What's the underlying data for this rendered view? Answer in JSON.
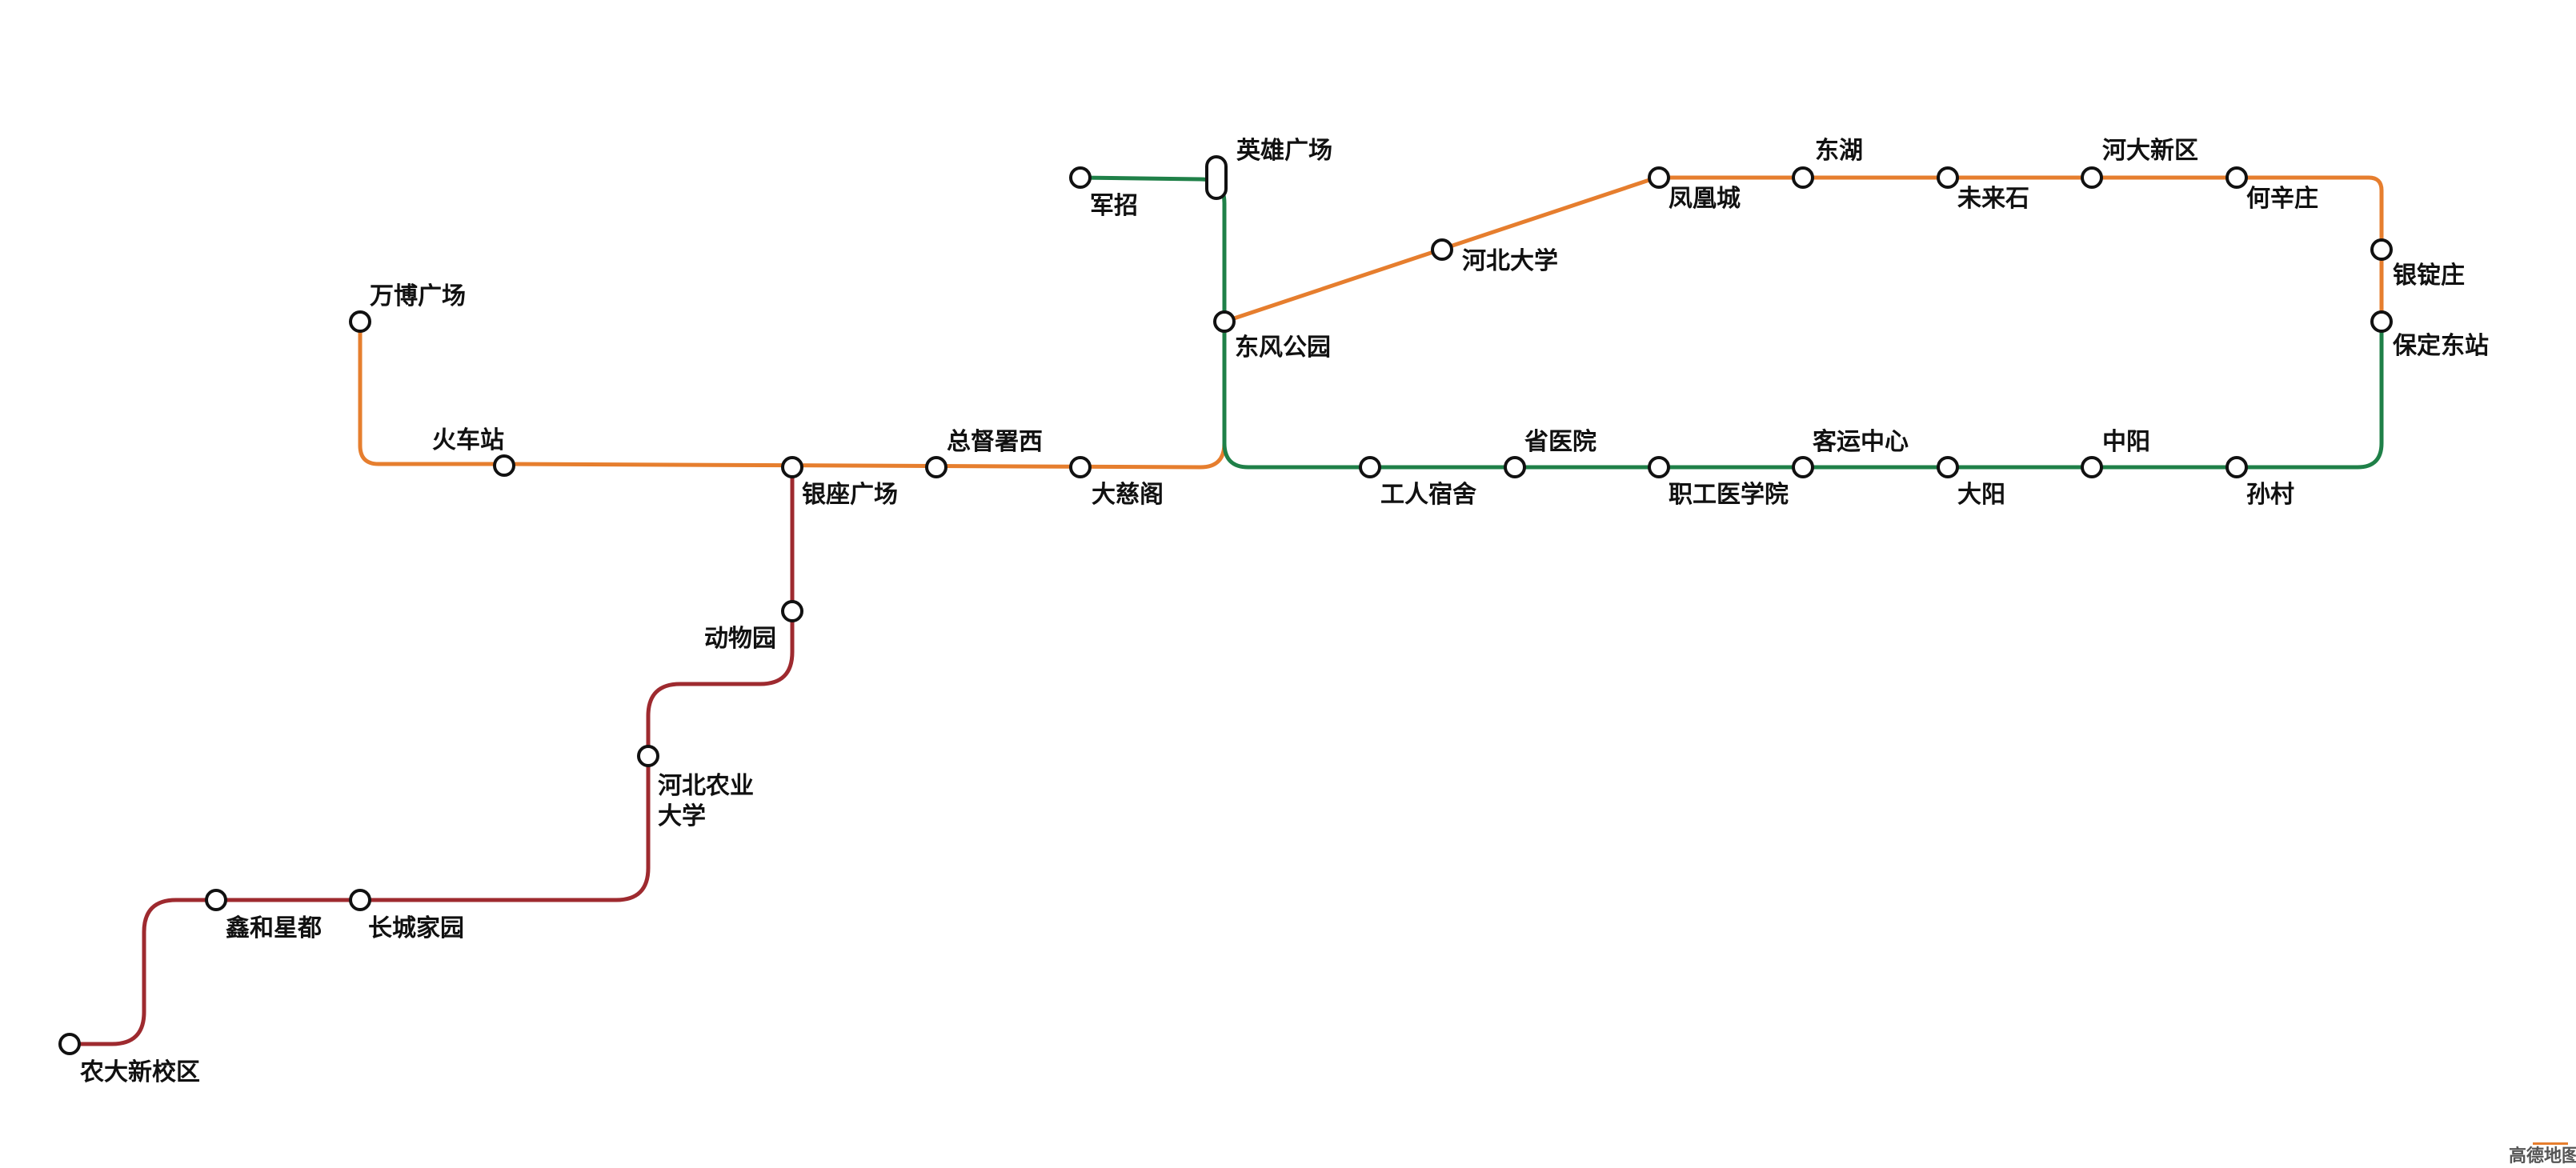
{
  "colors": {
    "orange": "#e67e2e",
    "green": "#1f8048",
    "red": "#9e2a2f",
    "station_stroke": "#111111",
    "station_fill": "#ffffff"
  },
  "lines": [
    {
      "id": "orange",
      "color": "#e67e2e"
    },
    {
      "id": "green",
      "color": "#1f8048"
    },
    {
      "id": "red",
      "color": "#9e2a2f"
    }
  ],
  "stations": {
    "wanbo": "万博广场",
    "huochezhan": "火车站",
    "yinzuo": "银座广场",
    "zongdu": "总督署西",
    "daci": "大慈阁",
    "dongfeng": "东风公园",
    "hebeidaxue": "河北大学",
    "fenghuang": "凤凰城",
    "donghu": "东湖",
    "weilai": "未来石",
    "hedaxinqu": "河大新区",
    "hexinzhuang": "何辛庄",
    "yindingzhuang": "银锭庄",
    "baodingdong": "保定东站",
    "junzhao": "军招",
    "yingxiong": "英雄广场",
    "gongren": "工人宿舍",
    "shengyiyuan": "省医院",
    "zhigong": "职工医学院",
    "keyun": "客运中心",
    "dayang": "大阳",
    "zhongyang": "中阳",
    "suncun": "孙村",
    "dongwuyuan": "动物园",
    "hebeinongye_1": "河北农业",
    "hebeinongye_2": "大学",
    "changcheng": "长城家园",
    "xinhe": "鑫和星都",
    "nongda": "农大新校区"
  },
  "watermark": "高德地图"
}
